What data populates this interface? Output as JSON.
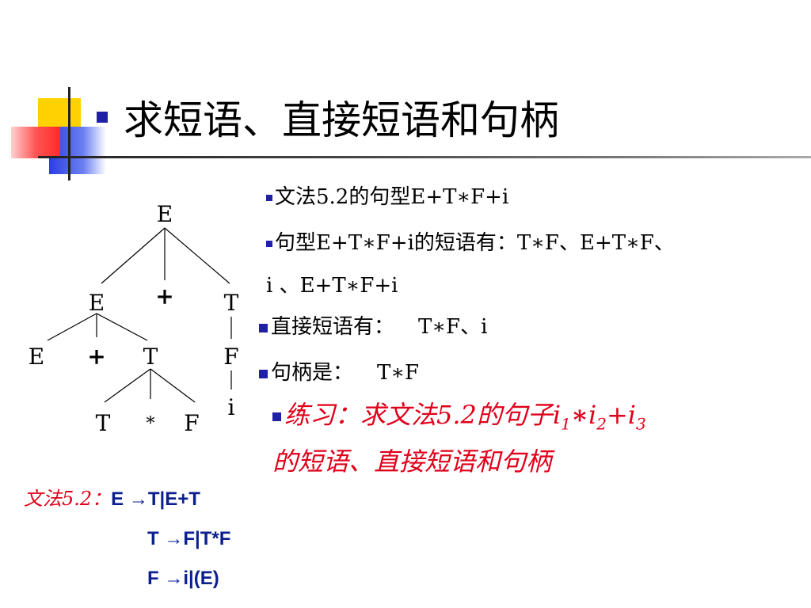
{
  "title": "求短语、直接短语和句柄",
  "bullets": {
    "sentence_form": "文法5.2的句型E+T∗F+i",
    "phrases_line1": "句型E+T∗F+i的短语有：T∗F、E+T∗F、",
    "phrases_line2": "i 、E+T∗F+i",
    "direct_phrases_label": "直接短语有：",
    "direct_phrases_value": "T∗F、i",
    "handle_label": "句柄是：",
    "handle_value": "T∗F"
  },
  "exercise": {
    "prefix": "练习：求文法5.2的句子",
    "i1": "i",
    "sub1": "1",
    "op1": "∗",
    "i2": "i",
    "sub2": "2",
    "op2": "+",
    "i3": "i",
    "sub3": "3",
    "suffix": "的短语、直接短语和句柄"
  },
  "grammar": {
    "label": "文法5.2：",
    "productions": [
      "E →T|E+T",
      "T →F|T*F",
      "F →i|(E)"
    ]
  },
  "tree": {
    "root": "E",
    "level1": [
      "E",
      "+",
      "T"
    ],
    "level2": [
      "E",
      "+",
      "T",
      "F"
    ],
    "level3": [
      "T",
      "*",
      "F",
      "i"
    ]
  },
  "colors": {
    "bullet": "#1f1fa8",
    "exercise": "#e0001a",
    "grammar_label": "#e0001a",
    "grammar_rules": "#0b1f8f",
    "deco_yellow": "#ffd200",
    "deco_blue": "#1c3fd6",
    "deco_red": "#ff3b3b"
  }
}
